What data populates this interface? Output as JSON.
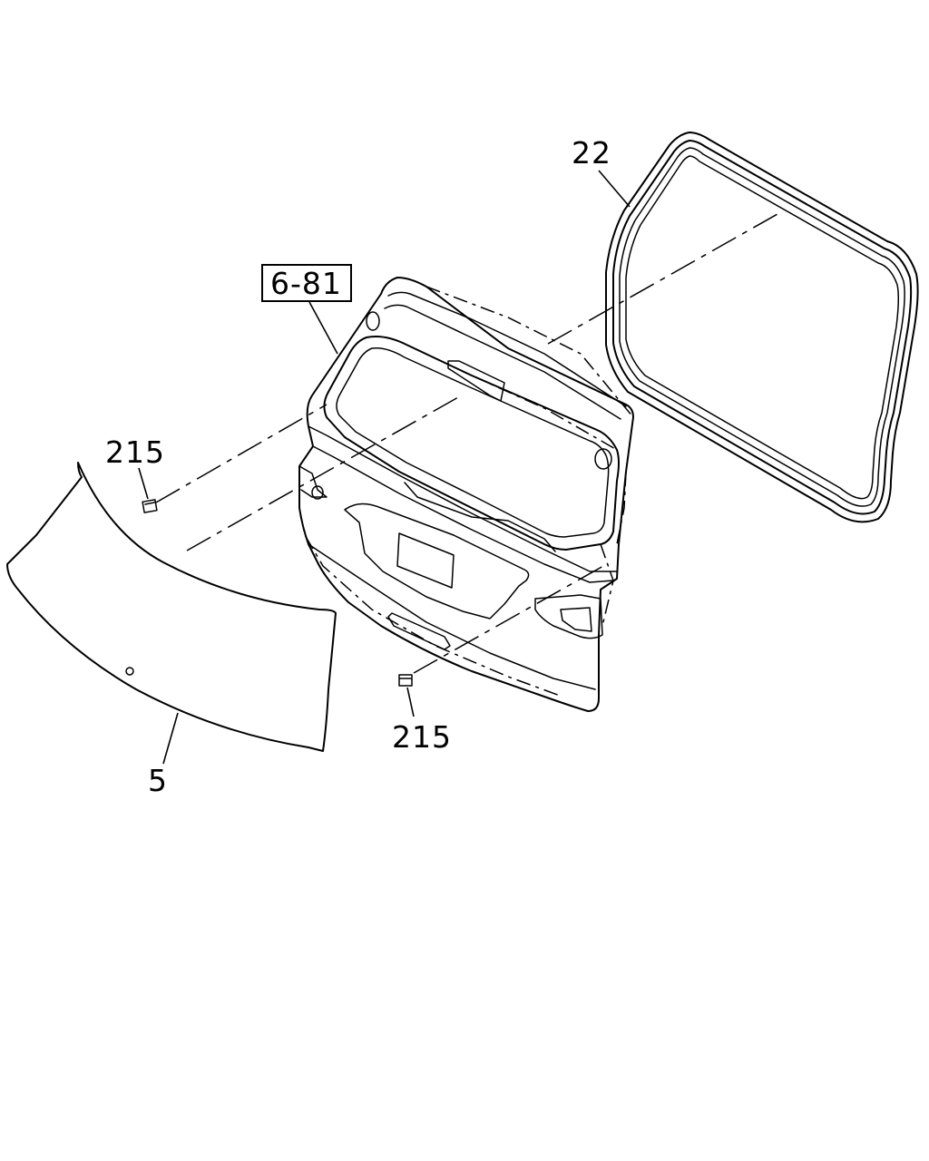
{
  "diagram": {
    "parts": {
      "weatherstrip": {
        "label": "22"
      },
      "tailgate_ref": {
        "label": "6-81"
      },
      "glass": {
        "label": "5"
      },
      "clip_upper": {
        "label": "215"
      },
      "clip_lower": {
        "label": "215"
      }
    }
  }
}
